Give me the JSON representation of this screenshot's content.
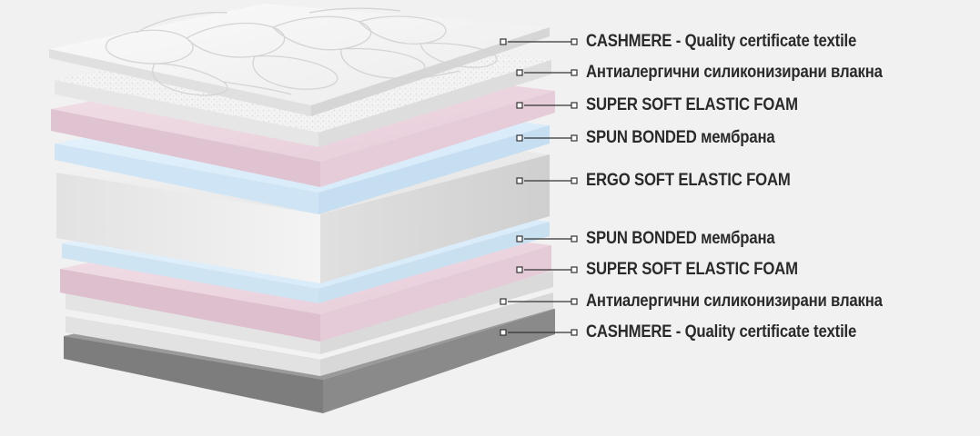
{
  "layers": [
    {
      "id": "cashmere-top",
      "label": "CASHMERE - Quality certificate textile"
    },
    {
      "id": "fiber-top",
      "label": "Антиалергични силиконизирани влакна"
    },
    {
      "id": "soft-foam-top",
      "label": "SUPER SOFT ELASTIC FOAM"
    },
    {
      "id": "membrane-top",
      "label": "SPUN BONDED мембрана"
    },
    {
      "id": "core",
      "label": "ERGO SOFT ELASTIC FOAM"
    },
    {
      "id": "membrane-bottom",
      "label": "SPUN BONDED мембрана"
    },
    {
      "id": "soft-foam-bottom",
      "label": "SUPER SOFT ELASTIC FOAM"
    },
    {
      "id": "fiber-bottom",
      "label": "Антиалергични силиконизирани влакна"
    },
    {
      "id": "cashmere-bottom",
      "label": "CASHMERE - Quality certificate textile"
    }
  ],
  "colors": {
    "background": "#f1f1f1",
    "quilted": "#f4f4f4",
    "fiber": "#eeeeee",
    "pink_foam": "#e9d2dd",
    "blue_membrane": "#dceefa",
    "core_foam": "#eaeaea",
    "base": "#8e8e8e",
    "leader_line": "#333333"
  }
}
